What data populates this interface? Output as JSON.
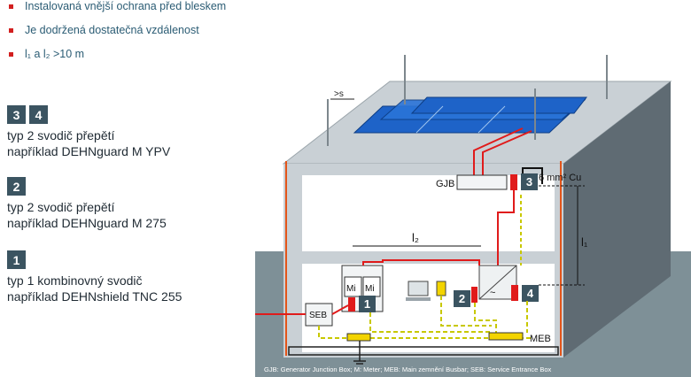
{
  "bullets": [
    "Instalovaná vnější ochrana před bleskem",
    "Je dodržená dostatečná vzdálenost",
    "l₁ a l₂ >10 m"
  ],
  "legend": [
    {
      "badges": [
        "3",
        "4"
      ],
      "line1": "typ 2 svodič přepětí",
      "line2": "například DEHNguard M YPV"
    },
    {
      "badges": [
        "2"
      ],
      "line1": "typ 2 svodič přepětí",
      "line2": "například DEHNguard M 275"
    },
    {
      "badges": [
        "1"
      ],
      "line1": "typ 1 kombinovný svodič",
      "line2": "například DEHNshield TNC 255"
    }
  ],
  "diagram": {
    "distance_label": ">s",
    "cable_label": "6 mm² Cu",
    "gjb_label": "GJB",
    "seb_label": "SEB",
    "meb_label": "MEB",
    "meter_label": "Mi",
    "l1_label": "l₁",
    "l2_label": "l₂",
    "spd_numbers": {
      "spd1": "1",
      "spd2": "2",
      "spd3": "3",
      "spd4": "4"
    },
    "inverter_label": "~",
    "caption": "GJB: Generator Junction Box; M: Meter; MEB: Main zemnění Busbar; SEB: Service Entrance Box"
  },
  "colors": {
    "wall": "#c9d0d5",
    "wall_dark": "#5f6b73",
    "ground": "#7e9097",
    "interior": "#ffffff",
    "panel": "#1e63c8",
    "badge": "#3b5461",
    "red_line": "#e01b1b",
    "earth_line": "#c8c800",
    "bullet": "#d21f1f"
  }
}
